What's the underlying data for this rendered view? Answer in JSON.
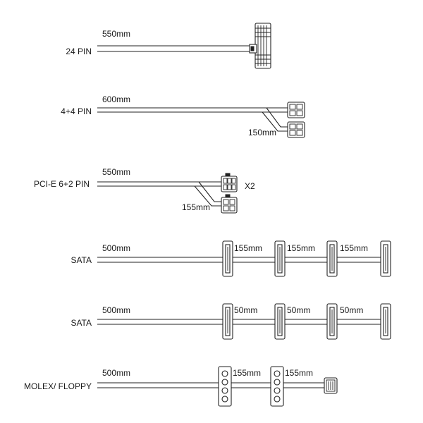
{
  "cables": [
    {
      "name": "24 PIN",
      "lengths": [
        "550mm"
      ]
    },
    {
      "name": "4+4 PIN",
      "lengths": [
        "600mm",
        "150mm"
      ]
    },
    {
      "name": "PCI-E 6+2 PIN",
      "lengths": [
        "550mm",
        "155mm"
      ],
      "multiplier": "X2"
    },
    {
      "name": "SATA",
      "lengths": [
        "500mm",
        "155mm",
        "155mm",
        "155mm"
      ]
    },
    {
      "name": "SATA",
      "lengths": [
        "500mm",
        "50mm",
        "50mm",
        "50mm"
      ]
    },
    {
      "name": "MOLEX/ FLOPPY",
      "lengths": [
        "500mm",
        "155mm",
        "155mm"
      ]
    }
  ]
}
